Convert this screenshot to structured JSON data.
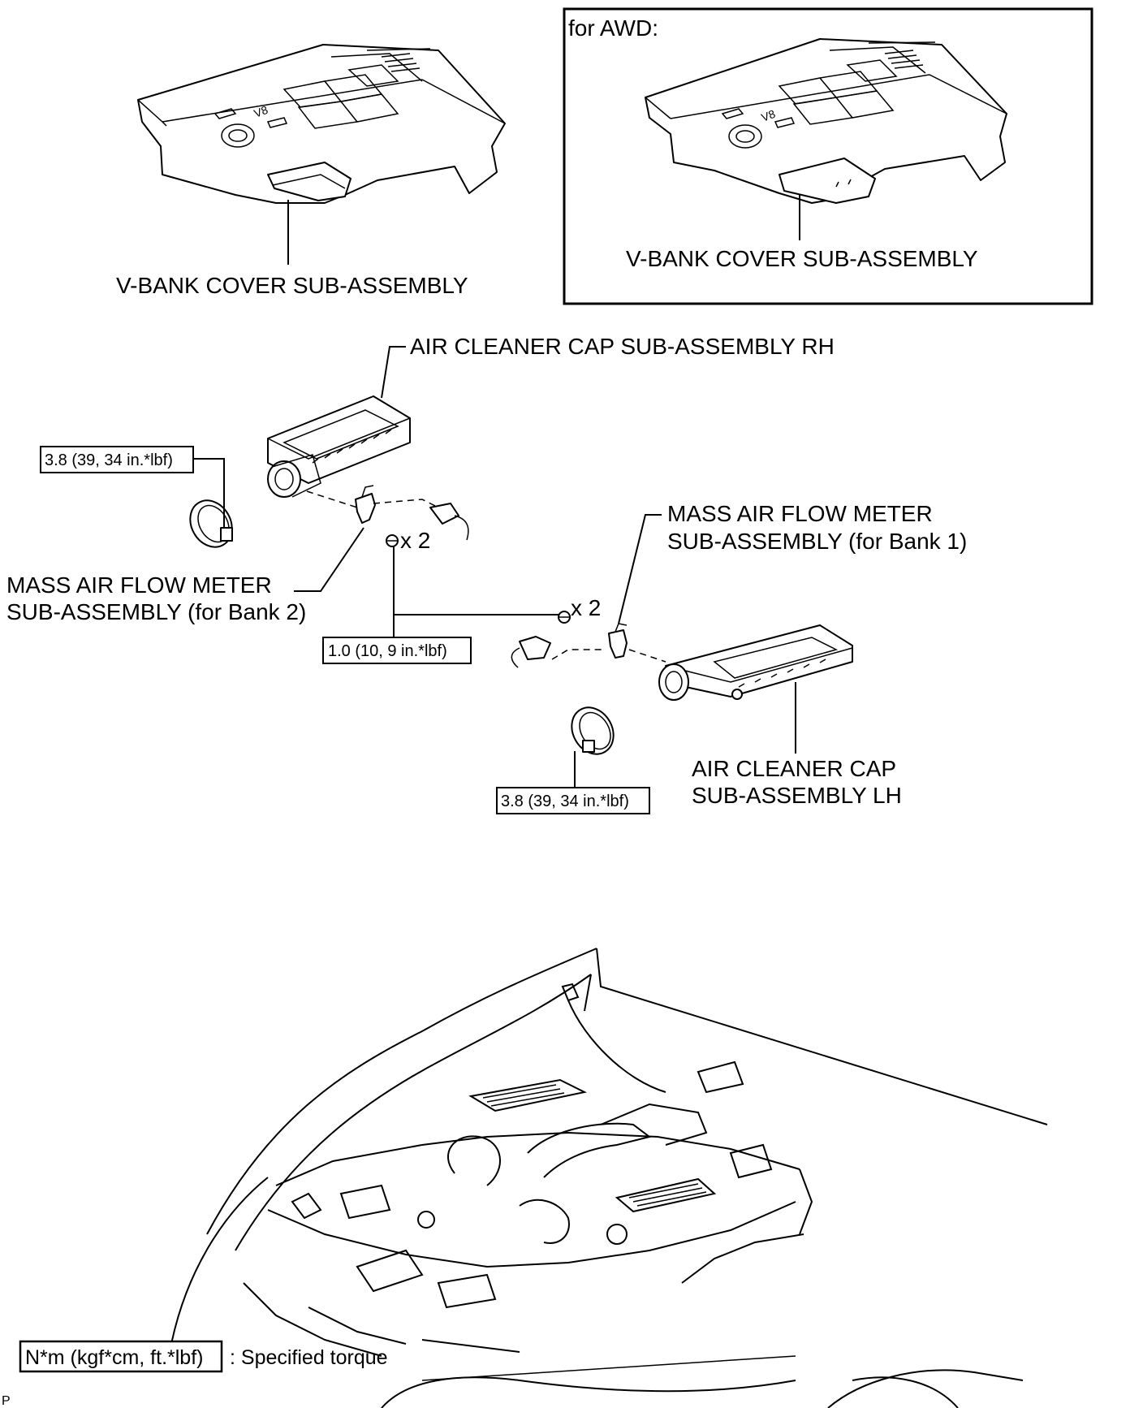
{
  "labels": {
    "awd_caption": "for AWD:",
    "vbank_cover_left": "V-BANK COVER SUB-ASSEMBLY",
    "vbank_cover_right": "V-BANK COVER SUB-ASSEMBLY",
    "air_cleaner_rh": "AIR CLEANER CAP SUB-ASSEMBLY RH",
    "maf_bank1_line1": "MASS AIR FLOW METER",
    "maf_bank1_line2": "SUB-ASSEMBLY (for Bank 1)",
    "maf_bank2_line1": "MASS AIR FLOW METER",
    "maf_bank2_line2": "SUB-ASSEMBLY (for Bank 2)",
    "air_cleaner_lh_line1": "AIR CLEANER CAP",
    "air_cleaner_lh_line2": "SUB-ASSEMBLY LH",
    "qty_upper": "x 2",
    "qty_lower": "x 2",
    "cover_emblem": "V8"
  },
  "torque": {
    "clamp_rh": "3.8 (39, 34 in.*lbf)",
    "clamp_lh": "3.8 (39, 34 in.*lbf)",
    "screws": "1.0 (10, 9 in.*lbf)"
  },
  "legend": {
    "unit_box": "N*m (kgf*cm, ft.*lbf)",
    "description": ": Specified torque"
  },
  "corner_mark": "P"
}
